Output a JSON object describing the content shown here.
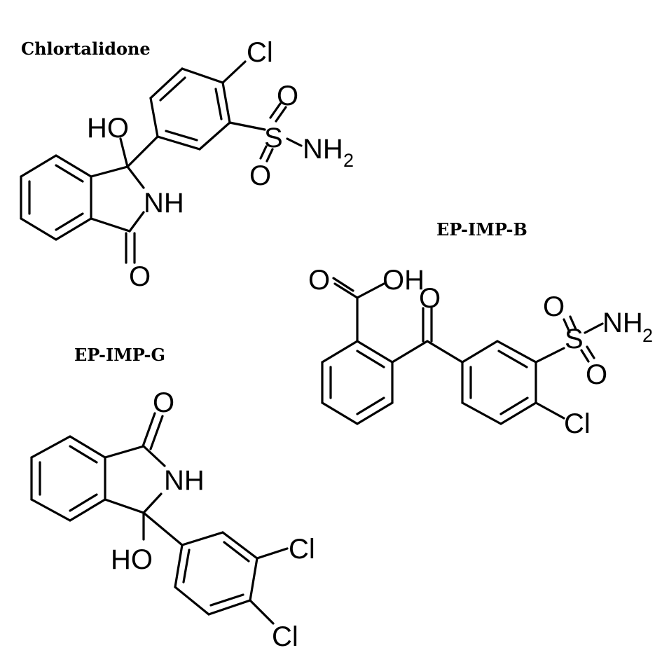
{
  "compounds": [
    {
      "name": "Chlortalidone",
      "labels": {
        "cl": "Cl",
        "o_top": "O",
        "s": "S",
        "nh": "NH",
        "h2_sub": "2",
        "o_bottom": "O",
        "ho": "HO",
        "ring_nh": "NH",
        "carbonyl_o": "O"
      }
    },
    {
      "name": "EP-IMP-B",
      "labels": {
        "acid_o": "O",
        "oh": "OH",
        "ketone_o": "O",
        "o_top": "O",
        "s": "S",
        "nh": "NH",
        "h2_sub": "2",
        "o_bottom": "O",
        "cl": "Cl"
      }
    },
    {
      "name": "EP-IMP-G",
      "labels": {
        "carbonyl_o": "O",
        "ring_nh": "NH",
        "ho": "HO",
        "cl_upper": "Cl",
        "cl_lower": "Cl"
      }
    }
  ]
}
